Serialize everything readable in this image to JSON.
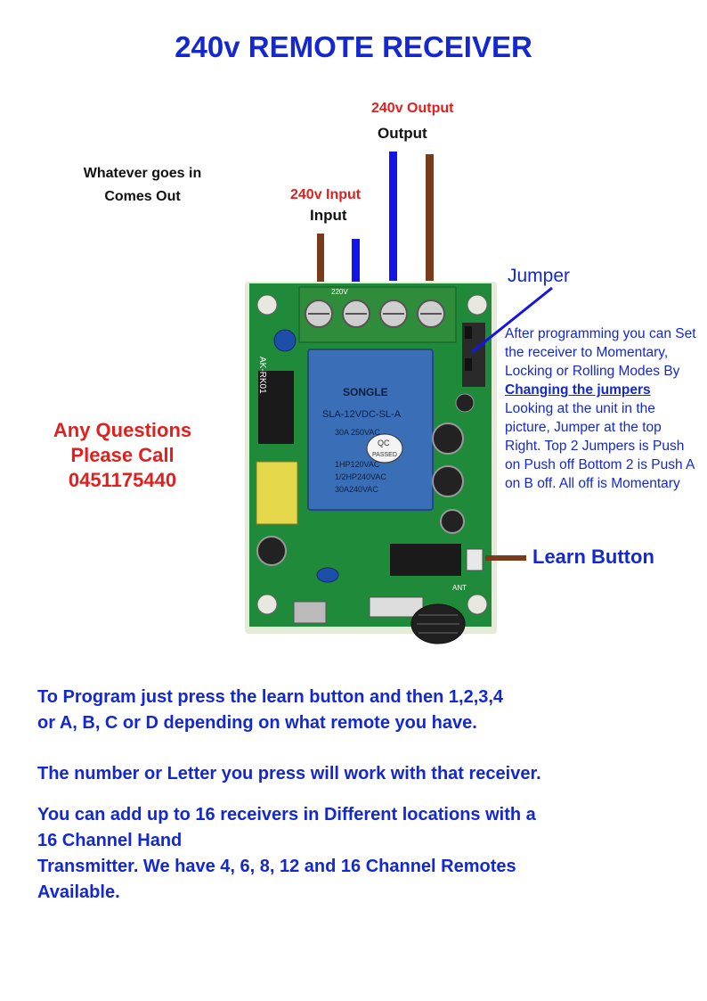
{
  "title": "240v REMOTE RECEIVER",
  "labels": {
    "output_red": "240v Output",
    "output_black": "Output",
    "input_red": "240v Input",
    "input_black": "Input",
    "whatever_line1": "Whatever goes in",
    "whatever_line2": "Comes Out",
    "jumper": "Jumper",
    "learn_button": "Learn Button"
  },
  "contact": {
    "line1": "Any Questions",
    "line2": "Please Call",
    "phone": "0451175440"
  },
  "jumper_notes": {
    "before": "After programming you can Set the receiver to Momentary, Locking or Rolling Modes By",
    "link": "Changing the jumpers",
    "after": "Looking at the unit in the picture, Jumper at the top Right. Top 2 Jumpers is Push on Push off Bottom 2 is Push A on B off. All off is Momentary"
  },
  "board": {
    "relay_brand": "SONGLE",
    "relay_model": "SLA-12VDC-SL-A",
    "relay_spec1": "30A 250VAC",
    "relay_spec2": "1HP120VAC",
    "relay_spec3": "1/2HP240VAC",
    "relay_spec4": "30A240VAC",
    "qc_stamp": "QC",
    "qc_passed": "PASSED",
    "side_label": "AK-RK01",
    "terminal_label": "220V",
    "ant_label": "ANT"
  },
  "instructions": {
    "program_line1": "To Program just press the learn button and then 1,2,3,4",
    "program_line2": "or A, B, C or D depending on what remote you have.",
    "number_line": "The number or Letter you press will work with that receiver.",
    "add_line1": "You can add up to 16 receivers in Different locations with a",
    "add_line2": "16 Channel Hand",
    "add_line3": "Transmitter. We have 4, 6, 8, 12 and 16 Channel Remotes",
    "add_line4": "Available."
  },
  "colors": {
    "title_blue": "#1428d2",
    "label_red": "#e0201e",
    "wire_brown": "#7a3a1c",
    "wire_blue": "#1414e6",
    "pcb_green": "#1f8a3a",
    "relay_blue": "#3a6fb8"
  }
}
